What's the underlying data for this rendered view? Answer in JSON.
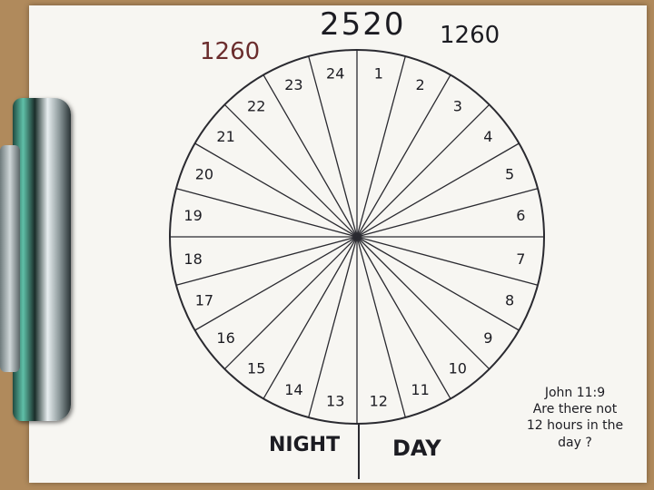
{
  "header": {
    "total": "2520",
    "left_half": "1260",
    "right_half": "1260"
  },
  "dial": {
    "hours": [
      "1",
      "2",
      "3",
      "4",
      "5",
      "6",
      "7",
      "8",
      "9",
      "10",
      "11",
      "12",
      "13",
      "14",
      "15",
      "16",
      "17",
      "18",
      "19",
      "20",
      "21",
      "22",
      "23",
      "24"
    ]
  },
  "labels": {
    "night": "NIGHT",
    "day": "DAY"
  },
  "note": {
    "line1": "John 11:9",
    "line2": "Are there not",
    "line3": "12 hours in the",
    "line4": "day ?"
  },
  "colors": {
    "paper": "#f7f6f2",
    "ink": "#1c1c22",
    "ink_red": "#6b2d2d",
    "background": "#b08a5c"
  }
}
